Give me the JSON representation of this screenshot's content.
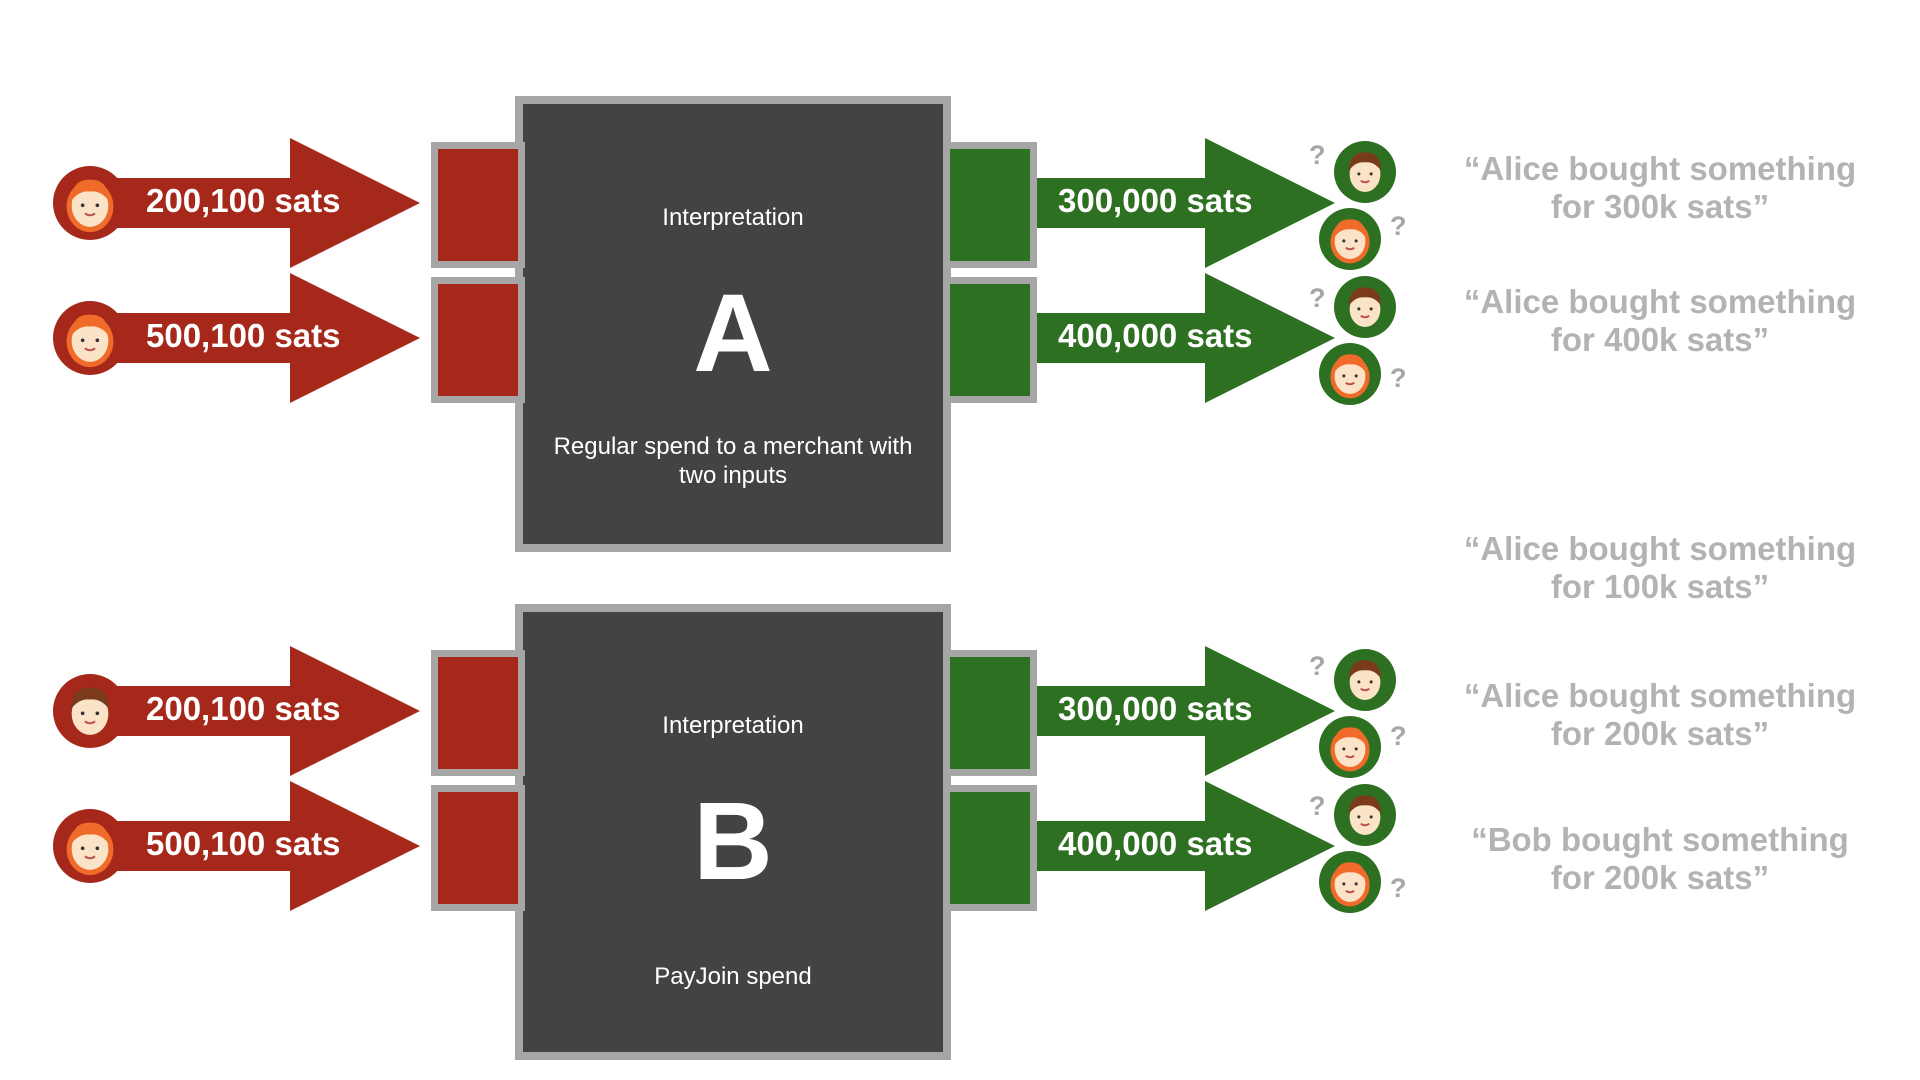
{
  "colors": {
    "input": "#a5281b",
    "output": "#2e7021",
    "box": "#434343",
    "frame": "#a6a6a6",
    "quote_text": "#b3b3b3",
    "alice_hair": "#f06a2a",
    "bob_hair": "#7a3b1c",
    "skin": "#fbe3c8"
  },
  "interpretation_a": {
    "heading": "Interpretation",
    "letter": "A",
    "caption": "Regular spend to a merchant with two inputs",
    "inputs": [
      {
        "amount": "200,100 sats",
        "avatar": "alice-avatar"
      },
      {
        "amount": "500,100 sats",
        "avatar": "alice-avatar"
      }
    ],
    "outputs": [
      {
        "amount": "300,000 sats",
        "recipients": [
          "bob-avatar",
          "alice-avatar"
        ]
      },
      {
        "amount": "400,000 sats",
        "recipients": [
          "bob-avatar",
          "alice-avatar"
        ]
      }
    ]
  },
  "interpretation_b": {
    "heading": "Interpretation",
    "letter": "B",
    "caption": "PayJoin spend",
    "inputs": [
      {
        "amount": "200,100 sats",
        "avatar": "bob-avatar"
      },
      {
        "amount": "500,100 sats",
        "avatar": "alice-avatar"
      }
    ],
    "outputs": [
      {
        "amount": "300,000 sats",
        "recipients": [
          "bob-avatar",
          "alice-avatar"
        ]
      },
      {
        "amount": "400,000 sats",
        "recipients": [
          "bob-avatar",
          "alice-avatar"
        ]
      }
    ]
  },
  "question_mark": "?",
  "quotes": [
    {
      "line1": "“Alice bought something",
      "line2": "for 300k sats”"
    },
    {
      "line1": "“Alice bought something",
      "line2": "for 400k sats”"
    },
    {
      "line1": "“Alice bought something",
      "line2": "for 100k sats”"
    },
    {
      "line1": "“Alice bought something",
      "line2": "for 200k sats”"
    },
    {
      "line1": "“Bob bought something",
      "line2": "for 200k sats”"
    }
  ]
}
